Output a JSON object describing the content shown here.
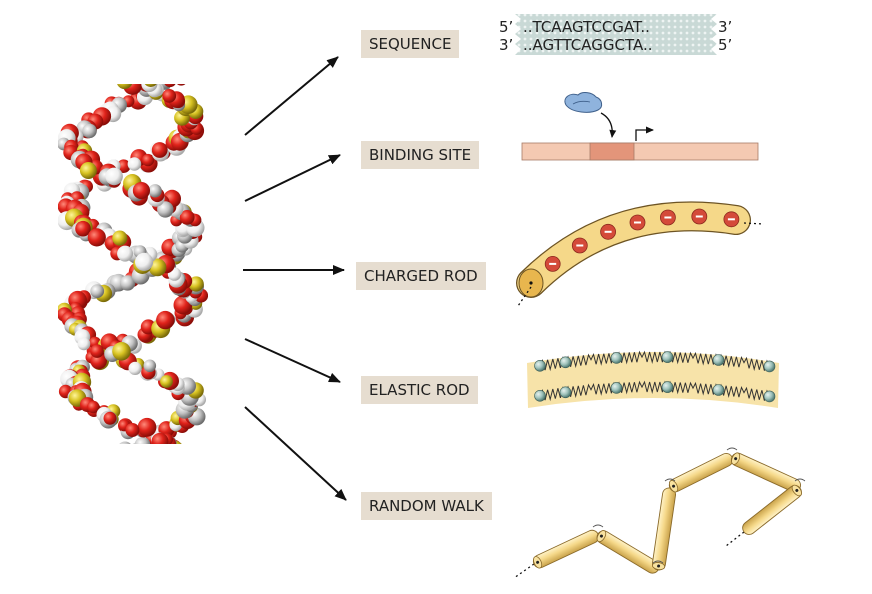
{
  "labels": {
    "sequence": "SEQUENCE",
    "binding_site": "BINDING SITE",
    "charged_rod": "CHARGED ROD",
    "elastic_rod": "ELASTIC ROD",
    "random_walk": "RANDOM WALK"
  },
  "sequence": {
    "top_left": "5’",
    "top_strand": "..TCAAGTCCGAT..",
    "top_right": "3’",
    "bottom_left": "3’",
    "bottom_strand": "..AGTTCAGGCTA..",
    "bottom_right": "5’"
  },
  "charged_rod": {
    "charge_count": 7,
    "charge_symbol": "–"
  },
  "colors": {
    "label_bg": "#e6ddd0",
    "arrow": "#111111",
    "oxygen": "#e0231b",
    "carbon": "#c8c8c8",
    "hydrogen": "#f4f4f4",
    "nitrogen": "#2f6fbf",
    "phosphorus": "#d8c322",
    "rod": "#f5d889",
    "charge": "#d44a3a",
    "binding_strip": "#f4c9b2",
    "binding_site": "#e3957a",
    "protein": "#8fb3dd",
    "bead": "#9fc2bb"
  },
  "icons": {
    "dna_model": "dna-space-filling-model",
    "protein": "protein-blob-icon",
    "promoter": "transcription-start-arrow-icon"
  }
}
